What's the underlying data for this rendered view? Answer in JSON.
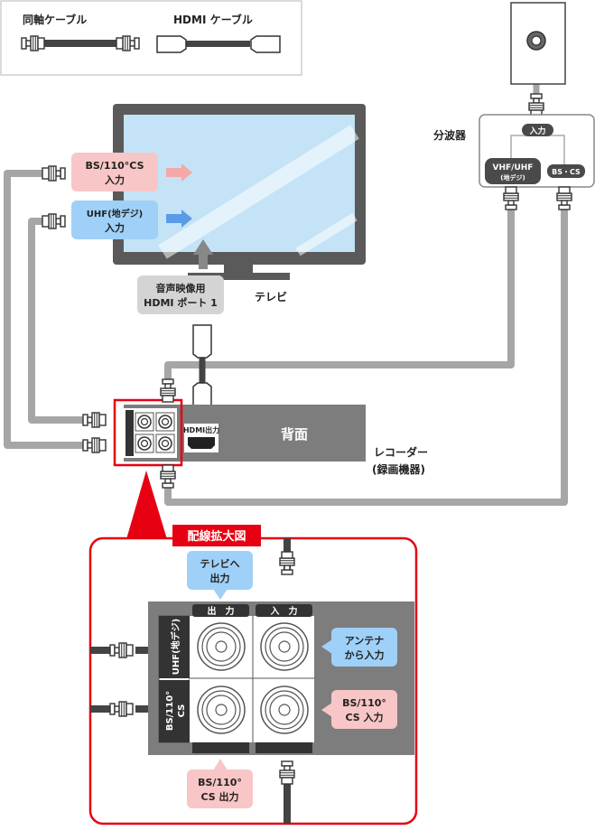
{
  "legend": {
    "coax_label": "同軸ケーブル",
    "hdmi_label": "HDMI ケーブル"
  },
  "tv": {
    "label": "テレビ",
    "bs_input_line1": "BS/110°CS",
    "bs_input_line2": "入力",
    "uhf_input_line1": "UHF(地デジ)",
    "uhf_input_line2": "入力",
    "hdmi_port_line1": "音声映像用",
    "hdmi_port_line2": "HDMI ポート 1"
  },
  "splitter": {
    "label": "分波器",
    "input_label": "入力",
    "vhf_uhf_line1": "VHF/UHF",
    "vhf_uhf_line2": "(地デジ)",
    "bs_cs_label": "BS・CS"
  },
  "recorder": {
    "back_label": "背面",
    "hdmi_out_label": "HDMI出力",
    "name_line1": "レコーダー",
    "name_line2": "(録画機器)"
  },
  "detail": {
    "title": "配線拡大図",
    "output_header": "出　力",
    "input_header": "入　力",
    "uhf_row_label": "UHF(地デジ)",
    "bs_row_line1": "BS/110°",
    "bs_row_line2": "CS",
    "to_tv_line1": "テレビへ",
    "to_tv_line2": "出力",
    "antenna_line1": "アンテナ",
    "antenna_line2": "から入力",
    "bs_in_line1": "BS/110°",
    "bs_in_line2": "CS 入力",
    "bs_out_line1": "BS/110°",
    "bs_out_line2": "CS 出力"
  },
  "colors": {
    "cable": "#a6a6a6",
    "cable_dark": "#444444",
    "red": "#e60012",
    "pink_box": "#f8c6c6",
    "blue_box": "#9fd0f8",
    "gray_box": "#d4d4d4",
    "screen": "#c4e3f7",
    "panel": "#7d7d7d"
  }
}
